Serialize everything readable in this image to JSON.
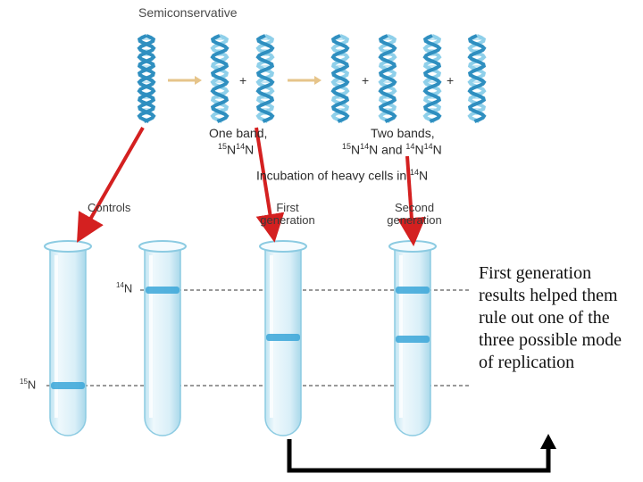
{
  "title": "Semiconservative",
  "plus_sign": "+",
  "one_band": {
    "line1": "One band,",
    "iso_a": "15",
    "el_a": "N",
    "iso_b": "14",
    "el_b": "N"
  },
  "two_bands": {
    "line1": "Two bands,",
    "iso_a": "15",
    "el_a": "N",
    "iso_b": "14",
    "el_b": "N",
    "and": "and",
    "iso_c": "14",
    "el_c": "N",
    "iso_d": "14",
    "el_d": "N"
  },
  "incubation": {
    "text": "Incubation of heavy cells in",
    "iso": "14",
    "el": "N"
  },
  "columns": {
    "controls": "Controls",
    "first": [
      "First",
      "generation"
    ],
    "second": [
      "Second",
      "generation"
    ]
  },
  "isotope_labels": {
    "light": {
      "iso": "14",
      "el": "N"
    },
    "heavy": {
      "iso": "15",
      "el": "N"
    }
  },
  "note": "First generation results helped them rule out one of the three possible mode of replication",
  "colors": {
    "dna_light": "#8fd0ea",
    "dna_dark": "#2f8fc0",
    "tube_fill": "#e3f3fa",
    "tube_edge": "#8ccbe2",
    "band": "#3aa6d8",
    "arrow_red": "#d42020",
    "arrow_black": "#000000",
    "process_arrow": "#e6c48a"
  }
}
